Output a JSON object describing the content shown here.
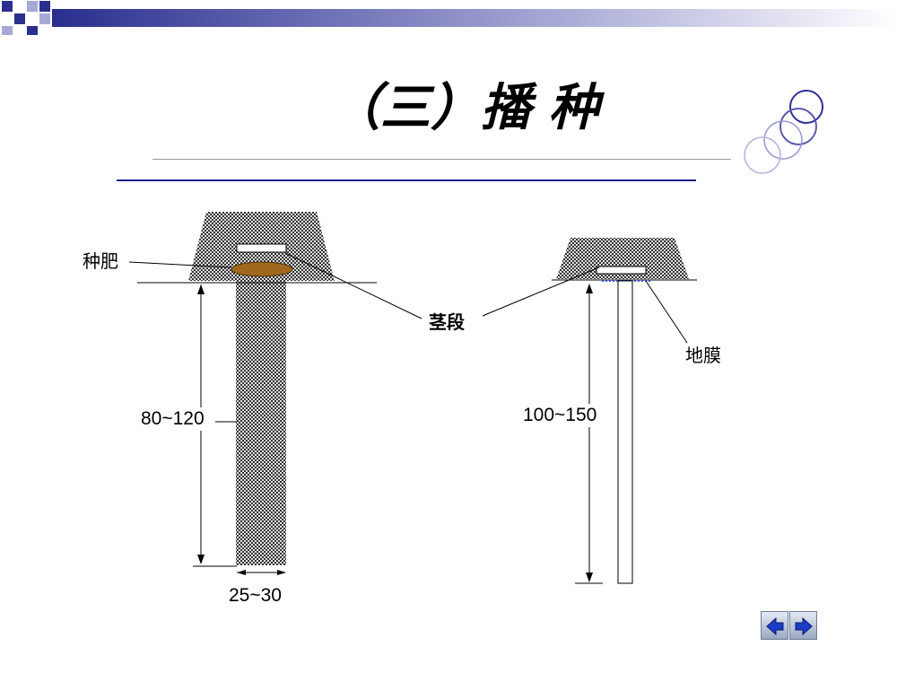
{
  "title": "（三）播  种",
  "labels": {
    "seed_fertilizer": "种肥",
    "stem_cutting": "茎段",
    "plastic_film": "地膜"
  },
  "dimensions": {
    "left_depth": "80~120",
    "right_depth": "100~150",
    "left_width": "25~30"
  },
  "icons": {
    "prev": "left-arrow-icon",
    "next": "right-arrow-icon"
  },
  "colors": {
    "band": "#2a2e8e",
    "rule": "#1c1f8c",
    "fertilizer": "#a0681c",
    "soil": "#333333",
    "film_dots": "#3a4ad8",
    "circle": "#2f2f9a"
  }
}
